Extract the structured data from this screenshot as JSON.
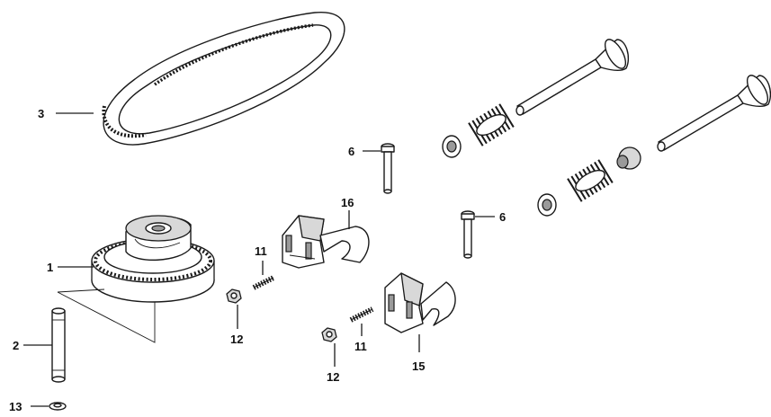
{
  "diagram": {
    "callouts": [
      {
        "id": "belt",
        "label": "3"
      },
      {
        "id": "pulley",
        "label": "1"
      },
      {
        "id": "shaft",
        "label": "2"
      },
      {
        "id": "washer",
        "label": "13"
      },
      {
        "id": "bolt-upper",
        "label": "6"
      },
      {
        "id": "bolt-lower",
        "label": "6"
      },
      {
        "id": "rocker-upper",
        "label": "16"
      },
      {
        "id": "spring-upper",
        "label": "11"
      },
      {
        "id": "nut-upper",
        "label": "12"
      },
      {
        "id": "rocker-lower",
        "label": "15"
      },
      {
        "id": "spring-lower",
        "label": "11"
      },
      {
        "id": "nut-lower",
        "label": "12"
      }
    ]
  }
}
